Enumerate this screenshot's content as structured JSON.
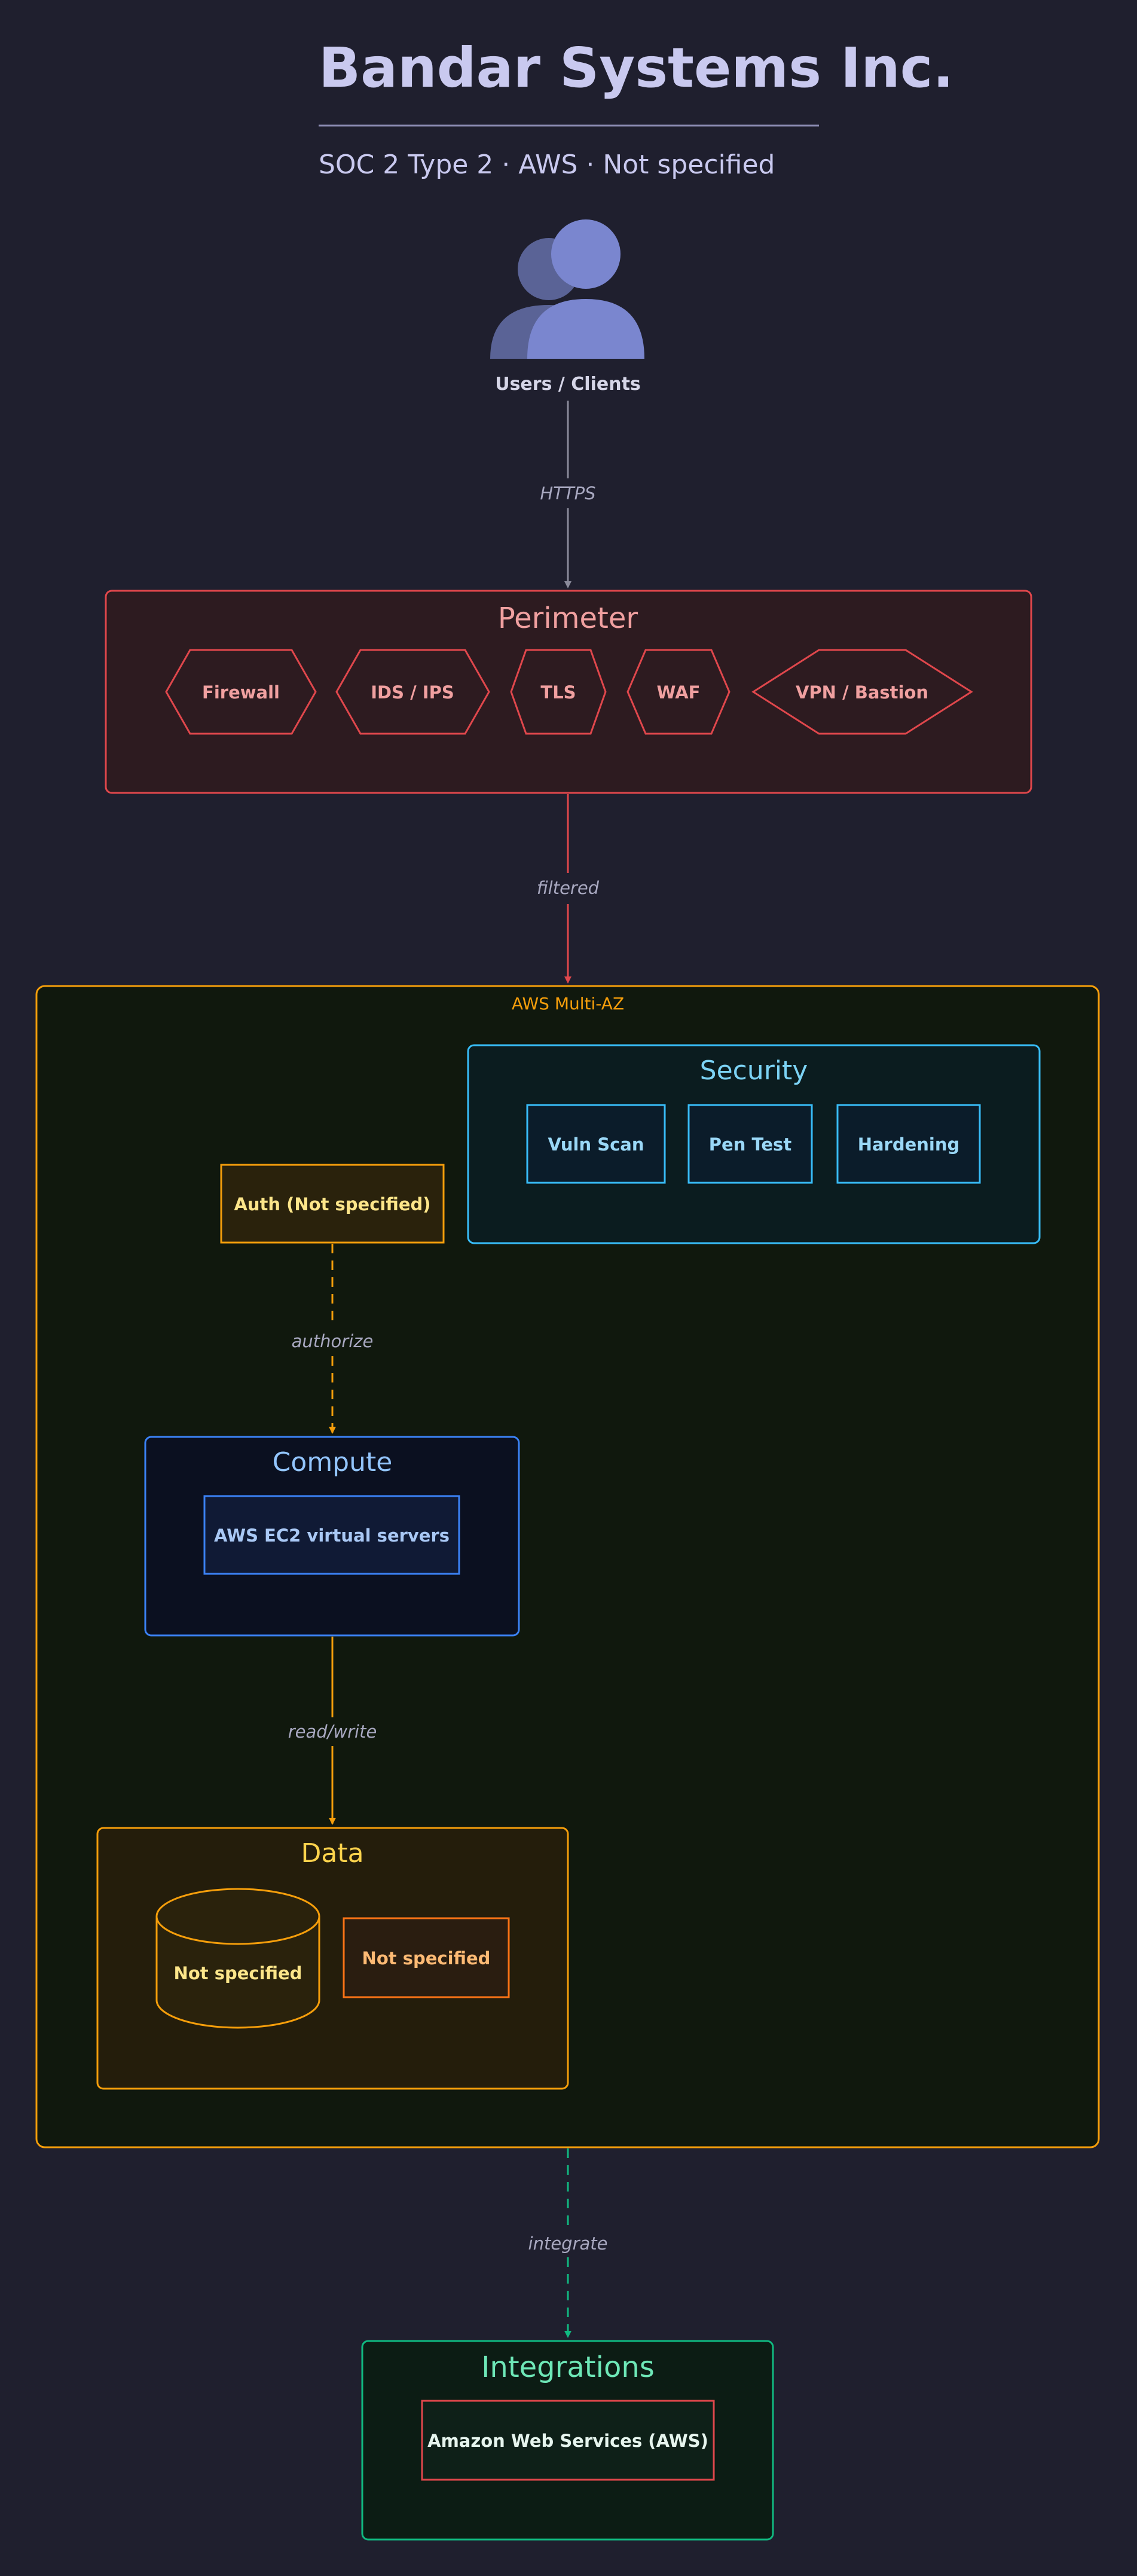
{
  "header": {
    "title": "Bandar Systems Inc.",
    "subtitle": "SOC 2 Type 2 · AWS · Not specified"
  },
  "users": {
    "label": "Users / Clients",
    "icon": "users-icon"
  },
  "edges": {
    "https": "HTTPS",
    "filtered": "filtered",
    "authorize": "authorize",
    "read_write": "read/write",
    "integrate": "integrate"
  },
  "perimeter": {
    "title": "Perimeter",
    "items": [
      "Firewall",
      "IDS / IPS",
      "TLS",
      "WAF",
      "VPN / Bastion"
    ]
  },
  "cloud": {
    "label": "AWS Multi-AZ"
  },
  "security": {
    "title": "Security",
    "items": [
      "Vuln Scan",
      "Pen Test",
      "Hardening"
    ]
  },
  "auth": {
    "label": "Auth (Not specified)"
  },
  "compute": {
    "title": "Compute",
    "items": [
      "AWS EC2 virtual servers"
    ]
  },
  "data": {
    "title": "Data",
    "database": "Not specified",
    "store": "Not specified"
  },
  "integrations": {
    "title": "Integrations",
    "items": [
      "Amazon Web Services (AWS)"
    ]
  },
  "colors": {
    "background": "#1f1f2e",
    "title_text": "#c9c9ef",
    "perimeter": "#e0474c",
    "cloud": "#f59e0b",
    "security": "#38bdf8",
    "compute": "#3b82f6",
    "data": "#f59e0b",
    "integrations": "#10b981",
    "edge_gray": "#8a8a9a"
  }
}
